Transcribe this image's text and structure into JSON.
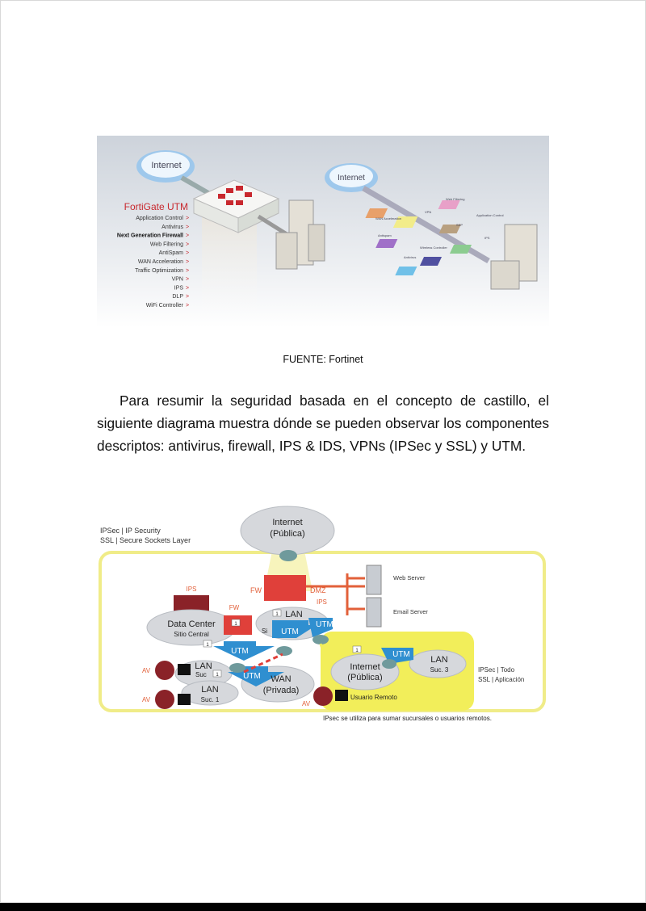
{
  "figure1": {
    "cloud_left": "Internet",
    "cloud_right": "Internet",
    "product_title": "FortiGate UTM",
    "features": [
      "Application Control",
      "Antivirus",
      "Next Generation Firewall",
      "Web Filtering",
      "AntiSpam",
      "WAN Acceleration",
      "Traffic Optimization",
      "VPN",
      "IPS",
      "DLP",
      "WiFi Controller"
    ],
    "chevron": ">",
    "right_labels": {
      "web_filtering": "Web Filtering",
      "app_control": "Application Control",
      "wan_accel": "WAN Acceleration",
      "vpn": "VPN",
      "ssp": "SSP",
      "ips": "IPS",
      "antispam": "Antispam",
      "wireless": "Wireless Controller",
      "antivirus": "Antivirus"
    }
  },
  "caption": "FUENTE: Fortinet",
  "paragraph": "Para resumir la seguridad basada en el concepto de castillo, el siguiente diagrama muestra dónde se pueden observar los componentes descriptos: antivirus, firewall, IPS & IDS, VPNs (IPSec y SSL) y UTM.",
  "figure2": {
    "legend_line1": "IPSec | IP Security",
    "legend_line2": "SSL | Secure Sockets Layer",
    "internet_top_1": "Internet",
    "internet_top_2": "(Pública)",
    "fw": "FW",
    "dmz": "DMZ",
    "ips": "IPS",
    "web_server": "Web Server",
    "email_server": "Email Server",
    "data_center": "Data Center",
    "sitio_central": "Sitio Central",
    "lan_central": "LAN",
    "sitio_abbr": "Si",
    "utm": "UTM",
    "badge": "1",
    "lan": "LAN",
    "suc": "Suc",
    "suc1": "Suc. 1",
    "suc3": "Suc. 3",
    "wan_1": "WAN",
    "wan_2": "(Privada)",
    "internet_pub_1": "Internet",
    "internet_pub_2": "(Pública)",
    "av": "AV",
    "usuario_remoto": "Usuario Remoto",
    "right_note_1": "IPSec | Todo",
    "right_note_2": "SSL | Aplicación",
    "footer_note": "IPsec  se utiliza para sumar sucursales o usuarios remotos."
  },
  "colors": {
    "accent_red": "#c8282e",
    "utm_blue": "#2f8fd0",
    "yellow": "#f2ee5a",
    "fw_orange": "#e2603a"
  }
}
